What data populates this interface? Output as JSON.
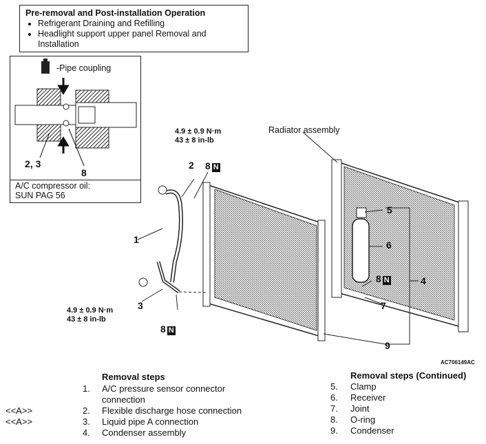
{
  "header_box": {
    "title": "Pre-removal and Post-installation Operation",
    "items": [
      "Refrigerant Draining and Refilling",
      "Headlight support upper panel Removal and Installation"
    ]
  },
  "detail": {
    "pipe_coupling": "-Pipe coupling",
    "label_23": "2, 3",
    "label_8": "8",
    "oil_line1": "A/C compressor oil:",
    "oil_line2": "SUN PAG 56"
  },
  "torque_top": {
    "line1": "4.9 ± 0.9 N·m",
    "line2": "43 ± 8 in-lb"
  },
  "torque_bottom": {
    "line1": "4.9 ± 0.9 N·m",
    "line2": "43 ± 8 in-lb"
  },
  "radiator_label": "Radiator assembly",
  "callouts": {
    "c1": "1",
    "c2": "2",
    "c3": "3",
    "c4": "4",
    "c5": "5",
    "c6": "6",
    "c8a": "8",
    "c8b": "8",
    "c8c": "8",
    "c9": "9",
    "c7": "7",
    "n": "N"
  },
  "figure_code": "AC706149AC",
  "removal_steps": {
    "heading": "Removal steps",
    "steps": [
      {
        "prefix": "",
        "num": "1.",
        "text": "A/C pressure sensor connector"
      },
      {
        "prefix": "",
        "num": "",
        "text": "connection"
      },
      {
        "prefix": "<<A>>",
        "num": "2.",
        "text": "Flexible discharge hose connection"
      },
      {
        "prefix": "<<A>>",
        "num": "3.",
        "text": "Liquid pipe A connection"
      },
      {
        "prefix": "",
        "num": "4.",
        "text": "Condenser assembly"
      }
    ]
  },
  "removal_steps_cont": {
    "heading": "Removal steps (Continued)",
    "steps": [
      {
        "num": "5.",
        "text": "Clamp"
      },
      {
        "num": "6.",
        "text": "Receiver"
      },
      {
        "num": "7.",
        "text": "Joint"
      },
      {
        "num": "8.",
        "text": "O-ring"
      },
      {
        "num": "9.",
        "text": "Condenser"
      }
    ]
  }
}
